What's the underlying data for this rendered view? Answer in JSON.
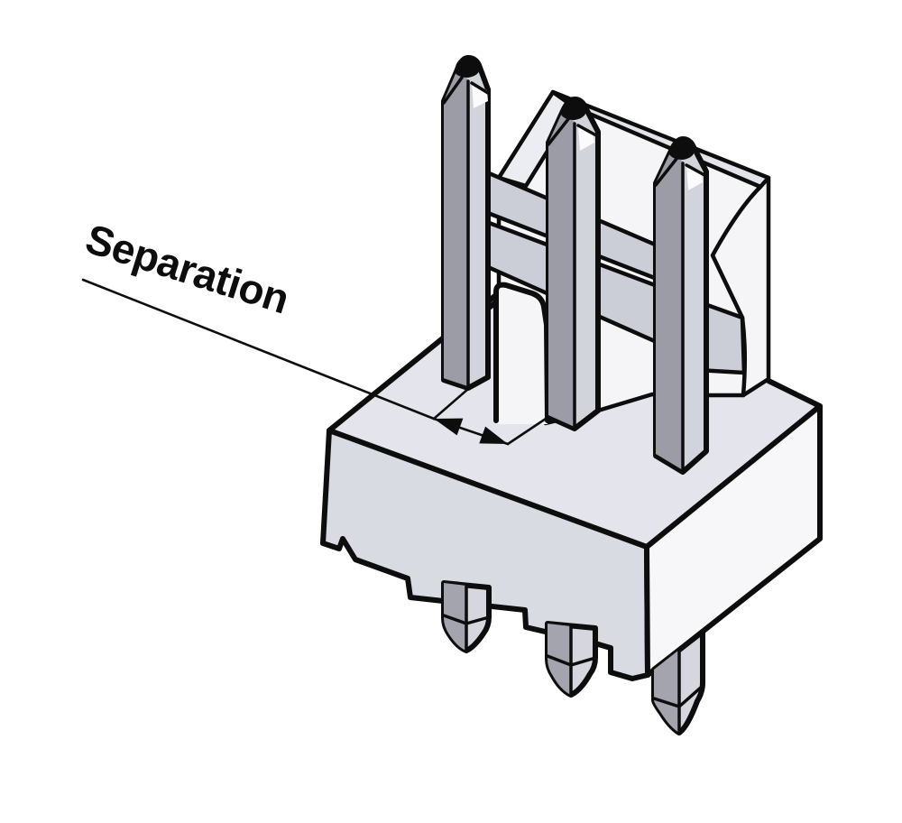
{
  "figure": {
    "type": "technical-line-illustration",
    "subject": "3-pin straight PCB header connector shown in isometric view",
    "annotation": {
      "label": "Separation",
      "measures": "pitch distance between adjacent pin bases on the connector top face"
    },
    "top_pin_count": 3,
    "bottom_pin_count": 3
  },
  "palette": {
    "background": "#ffffff",
    "ink": "#0d0d0d",
    "body-top": "#e4e5ec",
    "body-front": "#d9dbe3",
    "body-right": "#f7f7fa",
    "wall-front": "#f5f5f8",
    "wall-strip": "#e2e3eb",
    "wall-bevel": "#ecedf2",
    "rib": "#ccced7",
    "pin-dark": "#9b9ca5",
    "pin-light": "#d2d4db",
    "pin-highlight": "#fbfbfd",
    "bottom-pin-dark": "#a3a4ad",
    "bottom-pin-light": "#d6d7de"
  }
}
